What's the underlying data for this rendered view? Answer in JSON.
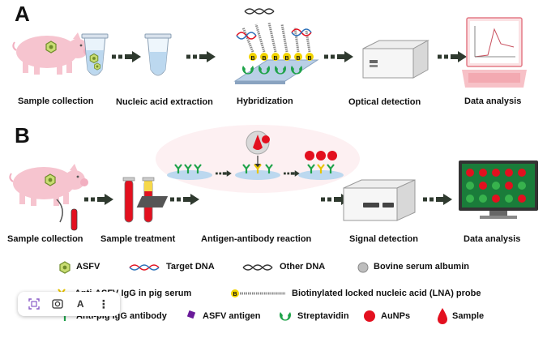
{
  "panels": {
    "a": "A",
    "b": "B"
  },
  "row_a": {
    "sample_collection": "Sample collection",
    "nucleic_acid_extraction": "Nucleic acid extraction",
    "hybridization": "Hybridization",
    "optical_detection": "Optical detection",
    "data_analysis": "Data analysis",
    "probe_letter": "B"
  },
  "row_b": {
    "sample_collection": "Sample collection",
    "sample_treatment": "Sample treatment",
    "antigen_antibody_reaction": "Antigen-antibody reaction",
    "signal_detection": "Signal detection",
    "data_analysis": "Data analysis"
  },
  "legend": {
    "asfv": "ASFV",
    "target_dna": "Target DNA",
    "other_dna": "Other DNA",
    "bsa": "Bovine serum albumin",
    "igg": "Anti-ASFV IgG in pig serum",
    "lna_probe": "Biotinylated locked nucleic acid (LNA) probe",
    "anti_pig": "Anti-pig IgG antibody",
    "asfv_antigen": "ASFV antigen",
    "streptavidin": "Streptavidin",
    "aunps": "AuNPs",
    "sample": "Sample"
  },
  "toolbar": {
    "scan": "scan-icon",
    "lens": "lens-icon",
    "translate_label": "A",
    "more_label": "⋮"
  },
  "colors": {
    "pig": "#f6c4cf",
    "green": "#1fa34a",
    "yellow": "#f2d400",
    "red": "#e3101f",
    "arrow": "#2f3a2f"
  }
}
